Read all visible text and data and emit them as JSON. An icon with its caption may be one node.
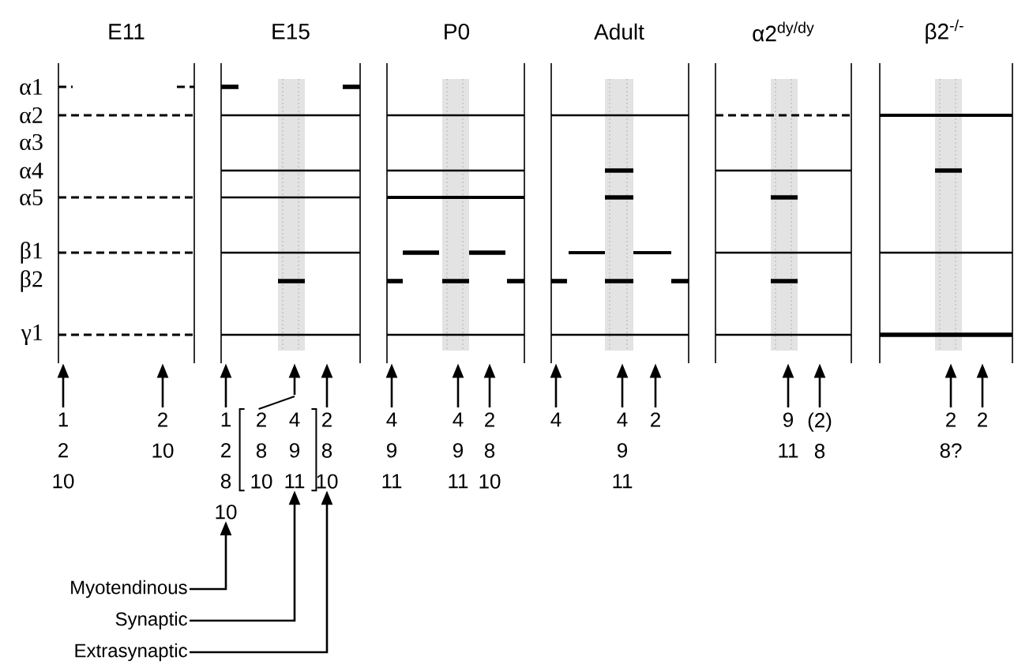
{
  "diagram": {
    "nodes": [
      {
        "text": [
          "E11"
        ]
      },
      {
        "text": [
          "E15"
        ]
      },
      {
        "text": [
          "P0"
        ]
      },
      {
        "text": [
          "Adult"
        ]
      },
      {
        "text": [
          "α2$^{dy/dy}$"
        ]
      },
      {
        "text": [
          "β2$^{-/-}$"
        ]
      },
      {
        "text": [
          "1 2 10"
        ]
      },
      {
        "text": [
          "2 10"
        ]
      },
      {
        "text": [
          "1 2 8 10"
        ]
      },
      {
        "text": [
          "2 8 10",
          "4 9 11"
        ]
      },
      {
        "text": [
          "2 8 10"
        ]
      },
      {
        "text": [
          "4 9 11"
        ]
      },
      {
        "text": [
          "4 9 11"
        ]
      },
      {
        "text": [
          "2 8 10"
        ]
      },
      {
        "text": [
          "4"
        ]
      },
      {
        "text": [
          "4 9 11"
        ]
      },
      {
        "text": [
          "2"
        ]
      },
      {
        "text": [
          "9 11"
        ]
      },
      {
        "text": [
          "(2) 8"
        ]
      },
      {
        "text": [
          "2 8?"
        ]
      },
      {
        "text": [
          "2"
        ]
      },
      {
        "text": [
          "Myotendinous"
        ]
      },
      {
        "text": [
          "Synaptic"
        ]
      },
      {
        "text": [
          "Extrasynaptic"
        ]
      }
    ],
    "edges": [
      {
        "from": 6,
        "to": 0,
        "arrow": "to"
      },
      {
        "from": 7,
        "to": 0,
        "arrow": "to"
      },
      {
        "from": 8,
        "to": 1,
        "arrow": "to"
      },
      {
        "from": 9,
        "to": 1,
        "arrow": "to"
      },
      {
        "from": 10,
        "to": 1,
        "arrow": "to"
      },
      {
        "from": 11,
        "to": 2,
        "arrow": "to"
      },
      {
        "from": 12,
        "to": 2,
        "arrow": "to"
      },
      {
        "from": 13,
        "to": 2,
        "arrow": "to"
      },
      {
        "from": 14,
        "to": 3,
        "arrow": "to"
      },
      {
        "from": 15,
        "to": 3,
        "arrow": "to"
      },
      {
        "from": 16,
        "to": 3,
        "arrow": "to"
      },
      {
        "from": 17,
        "to": 4,
        "arrow": "to"
      },
      {
        "from": 18,
        "to": 4,
        "arrow": "to"
      },
      {
        "from": 19,
        "to": 5,
        "arrow": "to"
      },
      {
        "from": 20,
        "to": 5,
        "arrow": "to"
      },
      {
        "from": 21,
        "to": 8,
        "arrow": "to"
      },
      {
        "from": 22,
        "to": 9,
        "arrow": "to"
      },
      {
        "from": 23,
        "to": 10,
        "arrow": "to"
      }
    ],
    "labels": [
      "α1",
      "α2",
      "α3",
      "α4",
      "α5",
      "β1",
      "β2",
      "γ1"
    ]
  }
}
